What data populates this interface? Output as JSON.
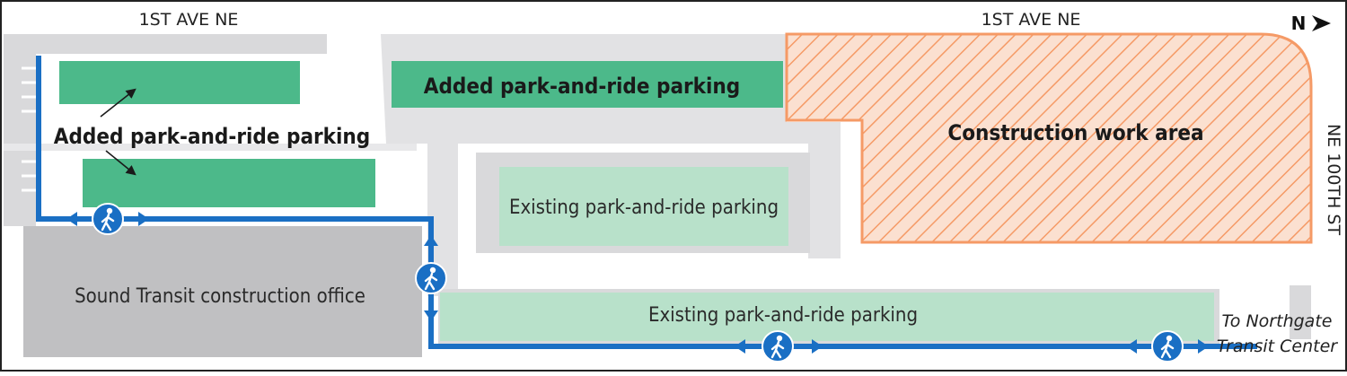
{
  "streets": {
    "top_left": "1ST AVE NE",
    "top_right": "1ST AVE NE",
    "east": "NE 100TH ST"
  },
  "north_arrow": {
    "label": "N"
  },
  "areas": {
    "added_parking_label": "Added park-and-ride parking",
    "added_parking_top_label": "Added park-and-ride parking",
    "construction_work_area": "Construction work area",
    "existing_parking_center": "Existing park-and-ride parking",
    "existing_parking_bottom": "Existing park-and-ride parking",
    "construction_office": "Sound Transit construction office"
  },
  "destination": {
    "line1": "To Northgate",
    "line2": "Transit Center"
  },
  "colors": {
    "added_parking": "#4cb98a",
    "existing_parking": "#b8e1ca",
    "construction_hatch": "#f59a66",
    "walkway": "#1a6fc4",
    "road_gray": "#d9d9db",
    "building_gray": "#c0c0c2"
  },
  "icons": [
    "pedestrian-icon",
    "north-arrow-icon",
    "leader-arrow-icon"
  ]
}
